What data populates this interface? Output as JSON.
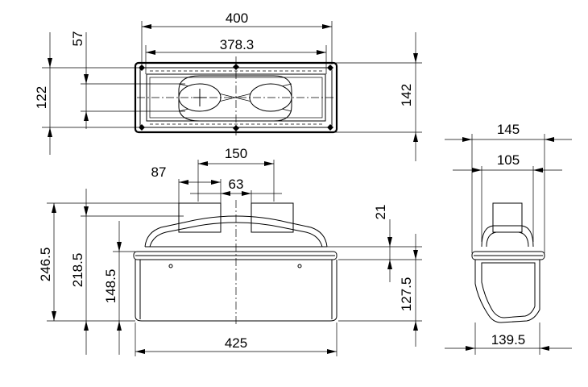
{
  "dimensions": {
    "top_width_outer": "400",
    "top_width_inner": "378.3",
    "top_left_57": "57",
    "top_left_122": "122",
    "top_right_142": "142",
    "front_150": "150",
    "front_87": "87",
    "front_63": "63",
    "front_21": "21",
    "front_246_5": "246.5",
    "front_218_5": "218.5",
    "front_148_5": "148.5",
    "front_127_5": "127.5",
    "front_425": "425",
    "side_145": "145",
    "side_105": "105",
    "side_139_5": "139.5"
  }
}
